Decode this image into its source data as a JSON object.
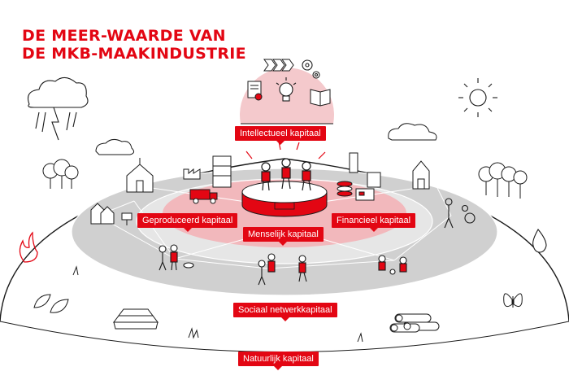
{
  "title": {
    "line1": "DE MEER-WAARDE VAN",
    "line2": "DE MKB-MAAKINDUSTRIE"
  },
  "capitals": {
    "intellectueel": "Intellectueel kapitaal",
    "geproduceerd": "Geproduceerd kapitaal",
    "menselijk": "Menselijk kapitaal",
    "financieel": "Financieel kapitaal",
    "sociaal": "Sociaal netwerkkapitaal",
    "natuurlijk": "Natuurlijk kapitaal"
  },
  "colors": {
    "accent_red": "#e30613",
    "ring_grey": "#c9c9c9",
    "ring_light": "#e6e6e6",
    "bubble_pink": "#f4c9cc",
    "ink": "#1a1a1a"
  },
  "icons": [
    "storm-cloud-icon",
    "sun-icon",
    "cloud-icon",
    "chevrons-icon",
    "gears-icon",
    "certificate-icon",
    "lightbulb-icon",
    "book-icon",
    "trees-icon",
    "school-icon",
    "factory-icon",
    "truck-icon",
    "houses-icon",
    "coins-icon",
    "card-icon",
    "church-icon",
    "people-icon",
    "fire-icon",
    "water-drop-icon",
    "leaves-icon",
    "gold-bars-icon",
    "logs-icon",
    "butterfly-icon"
  ]
}
